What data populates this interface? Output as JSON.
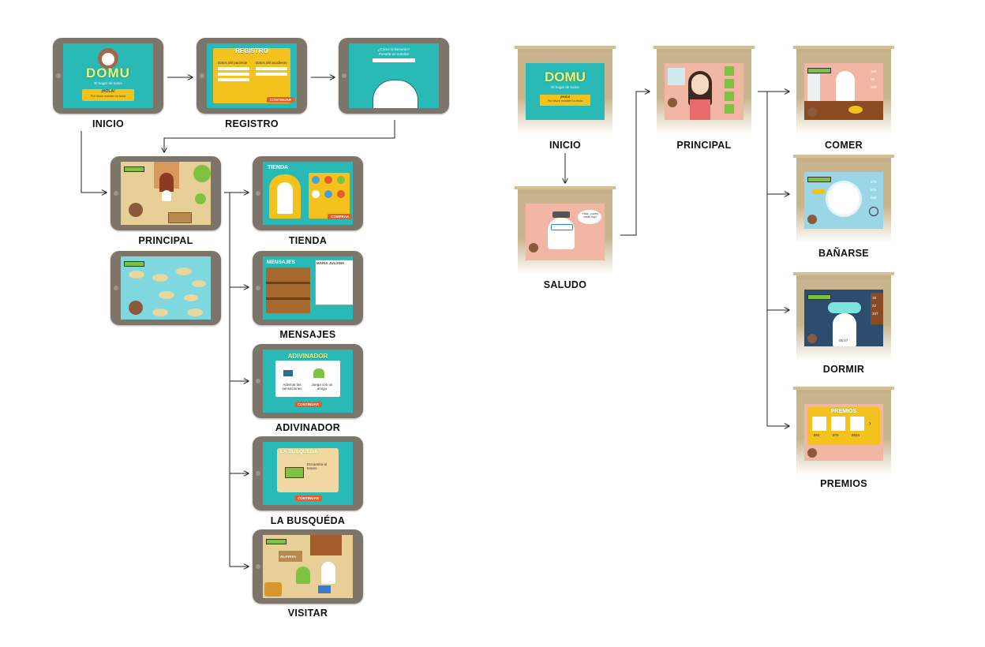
{
  "left_flow": {
    "inicio": {
      "label": "INICIO",
      "logo": "DOMU",
      "tagline": "El hogar de todos",
      "greeting": "¡HOLA!",
      "hint": "Por favor mantén la tecla"
    },
    "registro": {
      "label": "REGISTRO",
      "title": "REGISTRO",
      "field_a": "Datos del paciente",
      "field_b": "Datos del acudiente",
      "continue": "CONTINUAR"
    },
    "nombre": {
      "prompt": "¿Cómo lo llamarás?",
      "sub": "Ponerle un nombre"
    },
    "principal": {
      "label": "PRINCIPAL"
    },
    "mapa": {
      "label": ""
    },
    "tienda": {
      "label": "TIENDA",
      "title": "TIENDA",
      "cta": "COMPRAR"
    },
    "mensajes": {
      "label": "MENSAJES",
      "title": "MENSAJES",
      "contact": "MARÍA JULIANA"
    },
    "adivinador": {
      "label": "ADIVINADOR",
      "title": "ADIVINADOR",
      "opt1": "Adivinar las sensaciones",
      "opt2": "Juega con un amigo",
      "cta": "CONTINUAR"
    },
    "busqueda": {
      "label": "LA BUSQUÉDA",
      "title": "LA BUSQUEDA",
      "hint": "Encuentra el tesoro",
      "cta": "CONTINUAR"
    },
    "visitar": {
      "label": "VISITAR",
      "sign": "ALAYAYA"
    }
  },
  "right_flow": {
    "inicio": {
      "label": "INICIO",
      "logo": "DOMU",
      "tagline": "El hogar de todos",
      "greeting": "¡Hola!",
      "hint": "Por favor mantén la tecla"
    },
    "saludo": {
      "label": "SALUDO",
      "bubble": "Hola, ¿cómo estás hoy?"
    },
    "principal": {
      "label": "PRINCIPAL"
    },
    "comer": {
      "label": "COMER",
      "stats": [
        "199",
        "99",
        "100"
      ]
    },
    "banarse": {
      "label": "BAÑARSE",
      "stats": [
        "876",
        "876",
        "888"
      ]
    },
    "dormir": {
      "label": "DORMIR",
      "stats": [
        "19",
        "22",
        "337"
      ],
      "timer": "05:47"
    },
    "premios": {
      "label": "PREMIOS",
      "title": "PREMIOS",
      "items": [
        "882",
        "875",
        "8934"
      ]
    }
  },
  "colors": {
    "teal": "#29b9b6",
    "tablet_frame": "#7d756a",
    "wood_frame": "#c8b58e",
    "orange": "#e85a2a",
    "yellow": "#f4c21c",
    "green": "#7fc242"
  }
}
